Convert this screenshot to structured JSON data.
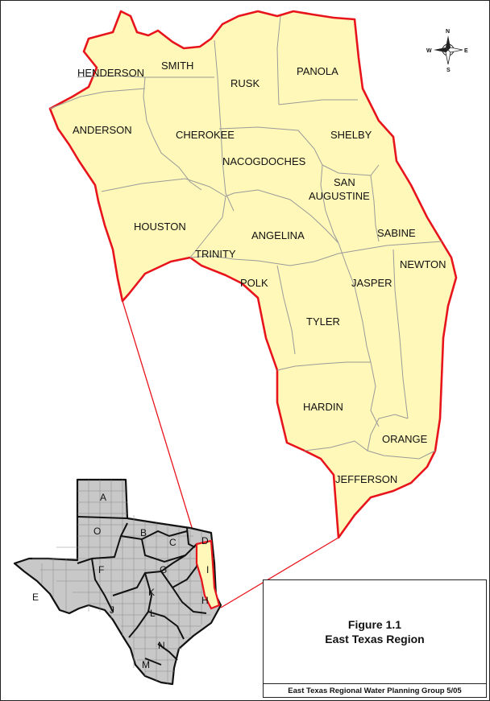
{
  "counties": [
    {
      "id": "henderson",
      "label": "HENDERSON"
    },
    {
      "id": "smith",
      "label": "SMITH"
    },
    {
      "id": "rusk",
      "label": "RUSK"
    },
    {
      "id": "panola",
      "label": "PANOLA"
    },
    {
      "id": "anderson",
      "label": "ANDERSON"
    },
    {
      "id": "cherokee",
      "label": "CHEROKEE"
    },
    {
      "id": "shelby",
      "label": "SHELBY"
    },
    {
      "id": "nacogdoches",
      "label": "NACOGDOCHES"
    },
    {
      "id": "san",
      "label": "SAN"
    },
    {
      "id": "augustine",
      "label": "AUGUSTINE"
    },
    {
      "id": "houston",
      "label": "HOUSTON"
    },
    {
      "id": "angelina",
      "label": "ANGELINA"
    },
    {
      "id": "sabine",
      "label": "SABINE"
    },
    {
      "id": "trinity",
      "label": "TRINITY"
    },
    {
      "id": "newton",
      "label": "NEWTON"
    },
    {
      "id": "polk",
      "label": "POLK"
    },
    {
      "id": "jasper",
      "label": "JASPER"
    },
    {
      "id": "tyler",
      "label": "TYLER"
    },
    {
      "id": "hardin",
      "label": "HARDIN"
    },
    {
      "id": "orange",
      "label": "ORANGE"
    },
    {
      "id": "jefferson",
      "label": "JEFFERSON"
    }
  ],
  "regions": [
    "A",
    "O",
    "B",
    "C",
    "D",
    "F",
    "G",
    "I",
    "E",
    "K",
    "H",
    "J",
    "L",
    "N",
    "M"
  ],
  "compass": {
    "n": "N",
    "s": "S",
    "e": "E",
    "w": "W"
  },
  "title_box": {
    "figure": "Figure 1.1",
    "region": "East Texas Region",
    "credit": "East Texas Regional Water Planning Group 5/05"
  },
  "colors": {
    "region_fill": "#fff8b8",
    "region_outline": "#e8141c",
    "county_line": "#9a9a9a",
    "state_fill": "#c8c8c8",
    "state_outline": "#111111"
  }
}
